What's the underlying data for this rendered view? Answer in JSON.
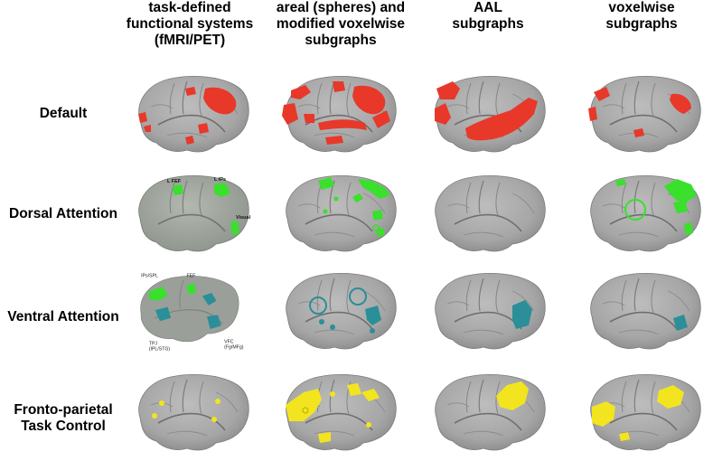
{
  "columns": [
    {
      "line1": "task-defined",
      "line2": "functional systems",
      "line3": "(fMRI/PET)"
    },
    {
      "line1": "areal (spheres) and",
      "line2": "modified voxelwise",
      "line3": "subgraphs"
    },
    {
      "line1": "AAL",
      "line2": "subgraphs",
      "line3": ""
    },
    {
      "line1": "voxelwise",
      "line2": "subgraphs",
      "line3": ""
    }
  ],
  "rows": [
    {
      "line1": "Default",
      "line2": "",
      "color": "#e8382a"
    },
    {
      "line1": "Dorsal Attention",
      "line2": "",
      "color": "#39e02c"
    },
    {
      "line1": "Ventral Attention",
      "line2": "",
      "color": "#2a8f98"
    },
    {
      "line1": "Fronto-parietal",
      "line2": "Task Control",
      "color": "#f2e51f"
    }
  ],
  "annotations": {
    "dorsal": {
      "lfef": "L FEF",
      "lips": "L IPs",
      "visual": "Visual"
    },
    "ventral": {
      "ips_spl": "IPs/SPL",
      "fef": "FEF",
      "tpj": "TPJ",
      "tpj_sub": "(IPL/STG)",
      "vfc": "VFC",
      "vfc_sub": "(Fg/MFg)"
    }
  }
}
